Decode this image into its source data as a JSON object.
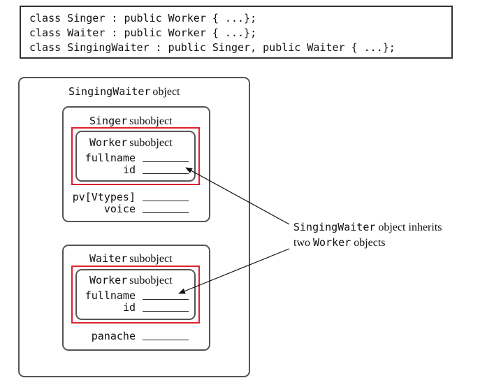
{
  "code": {
    "lines": [
      "class Singer : public Worker { ...};",
      "class Waiter : public Worker { ...};",
      "class SingingWaiter : public Singer, public Waiter { ...};"
    ]
  },
  "outer": {
    "class_name": "SingingWaiter",
    "suffix": "object"
  },
  "singer": {
    "class_name": "Singer",
    "suffix": "subobject",
    "worker": {
      "class_name": "Worker",
      "suffix": "subobject",
      "fields": [
        "fullname",
        "id"
      ]
    },
    "fields": [
      "pv[Vtypes]",
      "voice"
    ]
  },
  "waiter": {
    "class_name": "Waiter",
    "suffix": "subobject",
    "worker": {
      "class_name": "Worker",
      "suffix": "subobject",
      "fields": [
        "fullname",
        "id"
      ]
    },
    "fields": [
      "panache"
    ]
  },
  "annotation": {
    "line1_class": "SingingWaiter",
    "line1_text": " object inherits",
    "line2_prefix": "two ",
    "line2_class": "Worker",
    "line2_text": " objects"
  },
  "colors": {
    "highlight": "#e0202a",
    "border": "#555555"
  }
}
